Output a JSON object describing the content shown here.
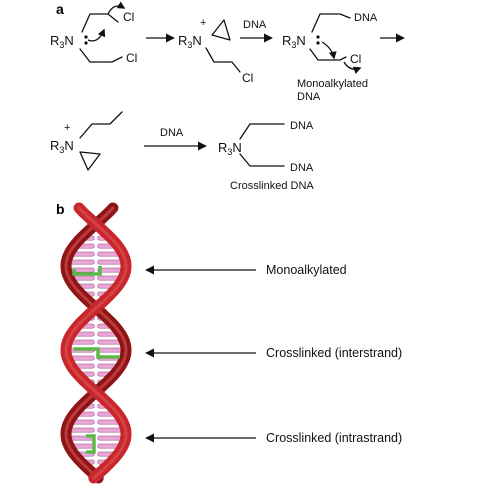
{
  "panels": {
    "a": "a",
    "b": "b"
  },
  "panel_a": {
    "reagent_r3n": "R",
    "subscript_3": "3",
    "n_atom": "N",
    "cl": "Cl",
    "dna": "DNA",
    "plus": "+",
    "arrow_label_dna": "DNA",
    "monoalkylated_line1": "Monoalkylated",
    "monoalkylated_line2": "DNA",
    "crosslinked_caption": "Crosslinked DNA"
  },
  "panel_b": {
    "annotations": [
      {
        "label": "Monoalkylated"
      },
      {
        "label": "Crosslinked (interstrand)"
      },
      {
        "label": "Crosslinked (intrastrand)"
      }
    ]
  },
  "colors": {
    "backbone": "#c8262a",
    "backbone_dark": "#8e1416",
    "base_pair": "#e7a6d6",
    "crosslink": "#5bb848",
    "ink": "#111111"
  }
}
